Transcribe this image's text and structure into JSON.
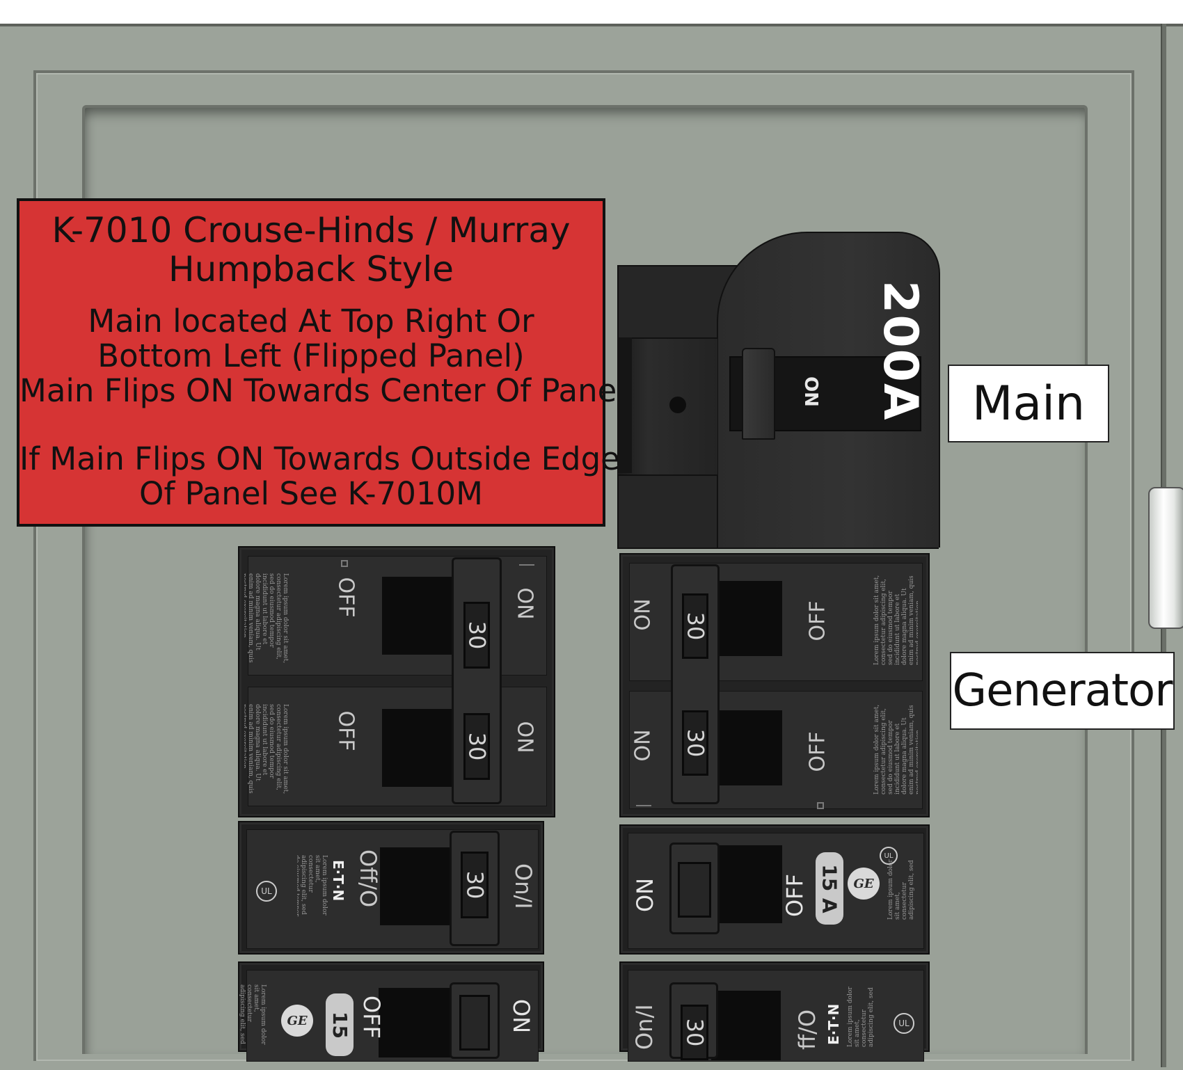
{
  "info_label": {
    "title_lines": [
      "K-7010 Crouse-Hinds / Murray",
      "Humpback Style"
    ],
    "main_lines": [
      "Main located At Top Right Or",
      "Bottom Left (Flipped Panel)",
      "Main Flips ON Towards Center Of Panel"
    ],
    "alt_lines": [
      "If Main Flips ON Towards Outside Edge",
      "Of Panel See K-7010M"
    ],
    "color": "#d63434"
  },
  "tags": {
    "main": "Main",
    "generator": "Generator"
  },
  "main_breaker": {
    "rating": "200A",
    "on_label": "ON"
  },
  "breakers": {
    "left_double": {
      "ratings": [
        "30",
        "30"
      ],
      "off_label": "OFF",
      "on_label": "ON"
    },
    "right_double": {
      "ratings": [
        "30",
        "30"
      ],
      "off_label": "OFF",
      "on_label": "ON"
    },
    "left_eaton": {
      "rating": "30",
      "off_label": "Off/O",
      "on_label": "On/I",
      "brand": "E·T·N"
    },
    "right_ge": {
      "on_label": "ON",
      "off_label": "OFF",
      "amp": "15 A",
      "brand": "GE"
    },
    "left_ge_bottom": {
      "on_label": "ON",
      "off_label": "OFF",
      "amp": "15"
    },
    "right_eaton_bottom": {
      "rating": "30",
      "on_label": "On/I",
      "off_label": "ff/O",
      "brand": "E·T·N"
    },
    "fine_print": "Lorem ipsum dolor sit amet, consectetur adipiscing elit, sed do eiusmod tempor incididunt ut labore et dolore magna aliqua. Ut enim ad minim veniam, quis nostrud exercitation ullamco laboris nisi ut aliquip ex ea commodo consequat."
  },
  "colors": {
    "panel": "#9ca39a",
    "breaker": "#202020",
    "label_red": "#d63434"
  }
}
